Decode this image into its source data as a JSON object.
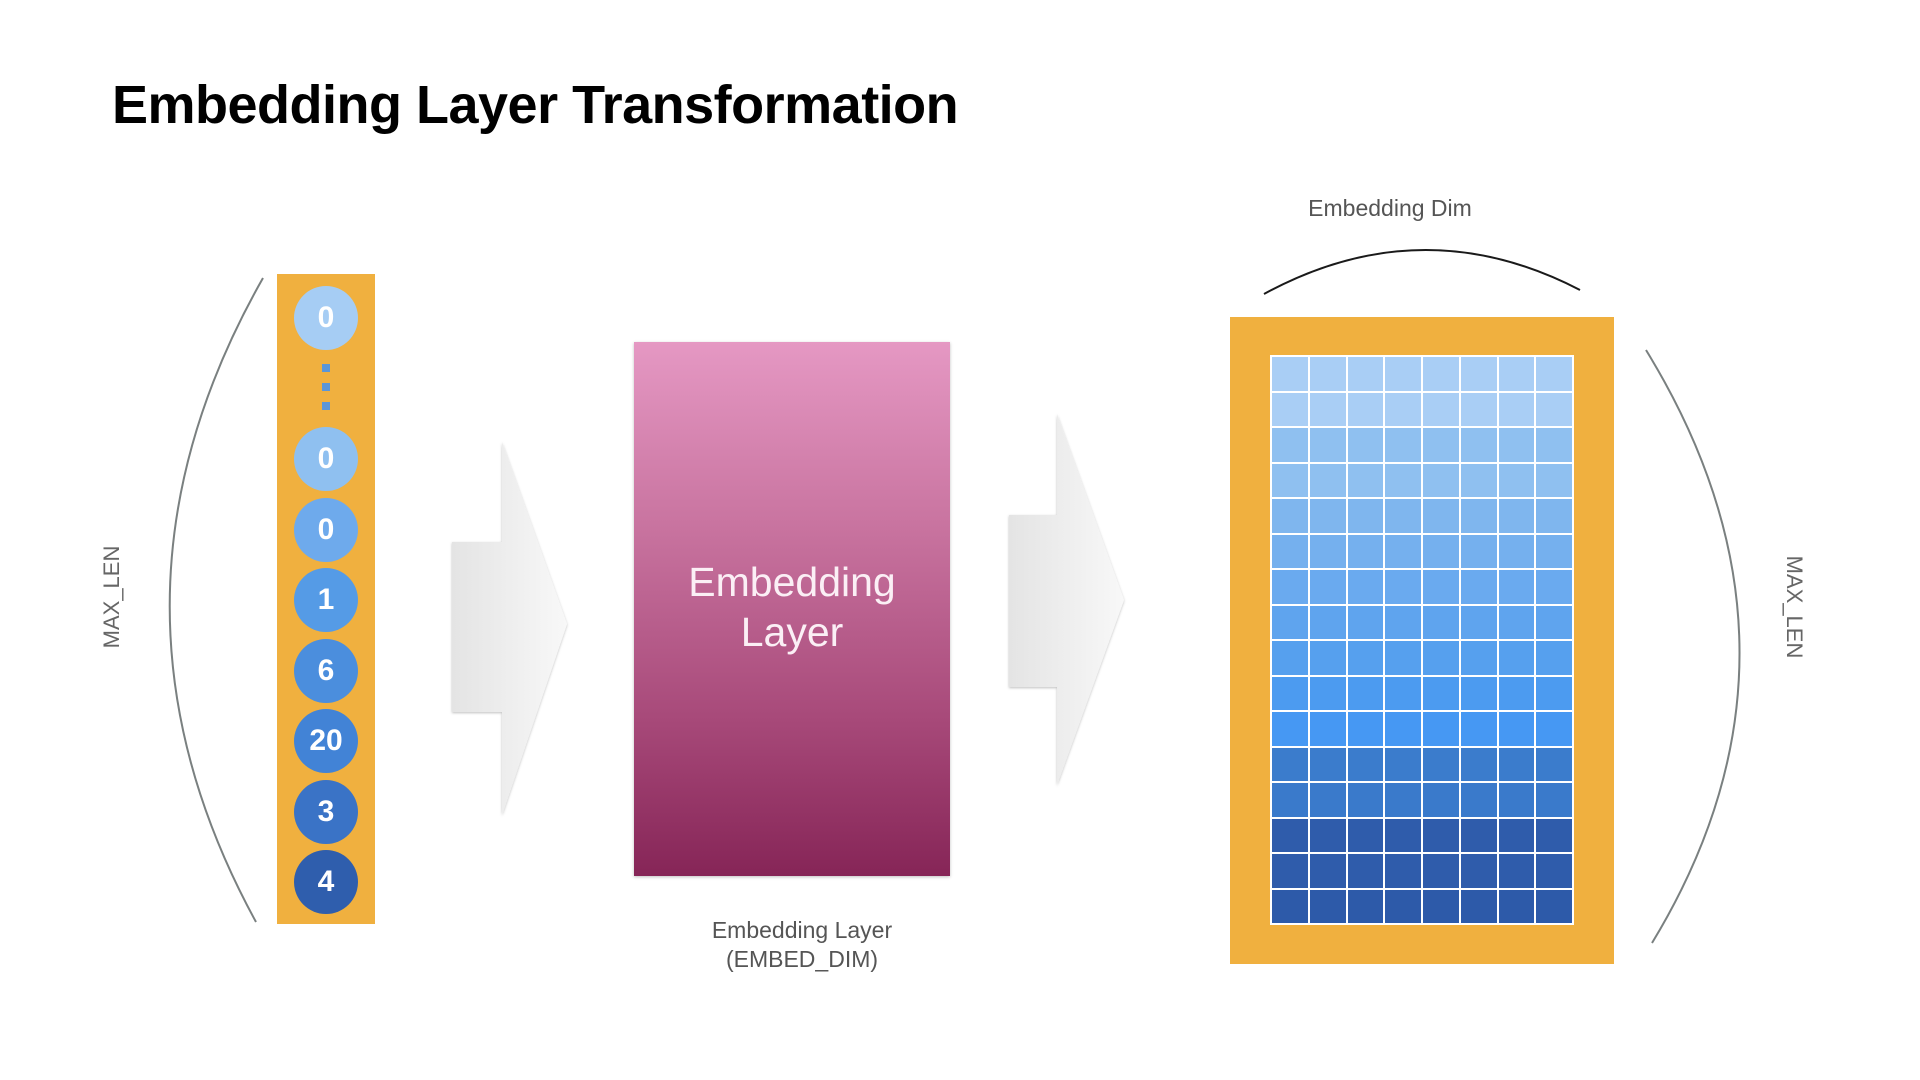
{
  "title": "Embedding Layer Transformation",
  "labels": {
    "max_len_left": "MAX_LEN",
    "max_len_right": "MAX_LEN",
    "embedding_dim": "Embedding Dim",
    "layer_caption_line1": "Embedding Layer",
    "layer_caption_line2": "(EMBED_DIM)",
    "box_line1": "Embedding",
    "box_line2": "Layer"
  },
  "tokens": [
    "0",
    "0",
    "0",
    "1",
    "6",
    "20",
    "3",
    "4"
  ],
  "matrix": {
    "rows": 16,
    "cols": 8,
    "row_colors": [
      "#a9cef5",
      "#a9cef5",
      "#8fc0f0",
      "#8fc0f0",
      "#7fb6ee",
      "#75b0ee",
      "#6aaaef",
      "#5fa4ee",
      "#56a0ee",
      "#4c9bf0",
      "#4698f3",
      "#3b7ccc",
      "#3a7acb",
      "#2f5cab",
      "#2f5cab",
      "#2d5aa9"
    ]
  },
  "colors": {
    "frame": "#f0b03f",
    "layer_top": "#e598c3",
    "layer_bottom": "#862557"
  }
}
